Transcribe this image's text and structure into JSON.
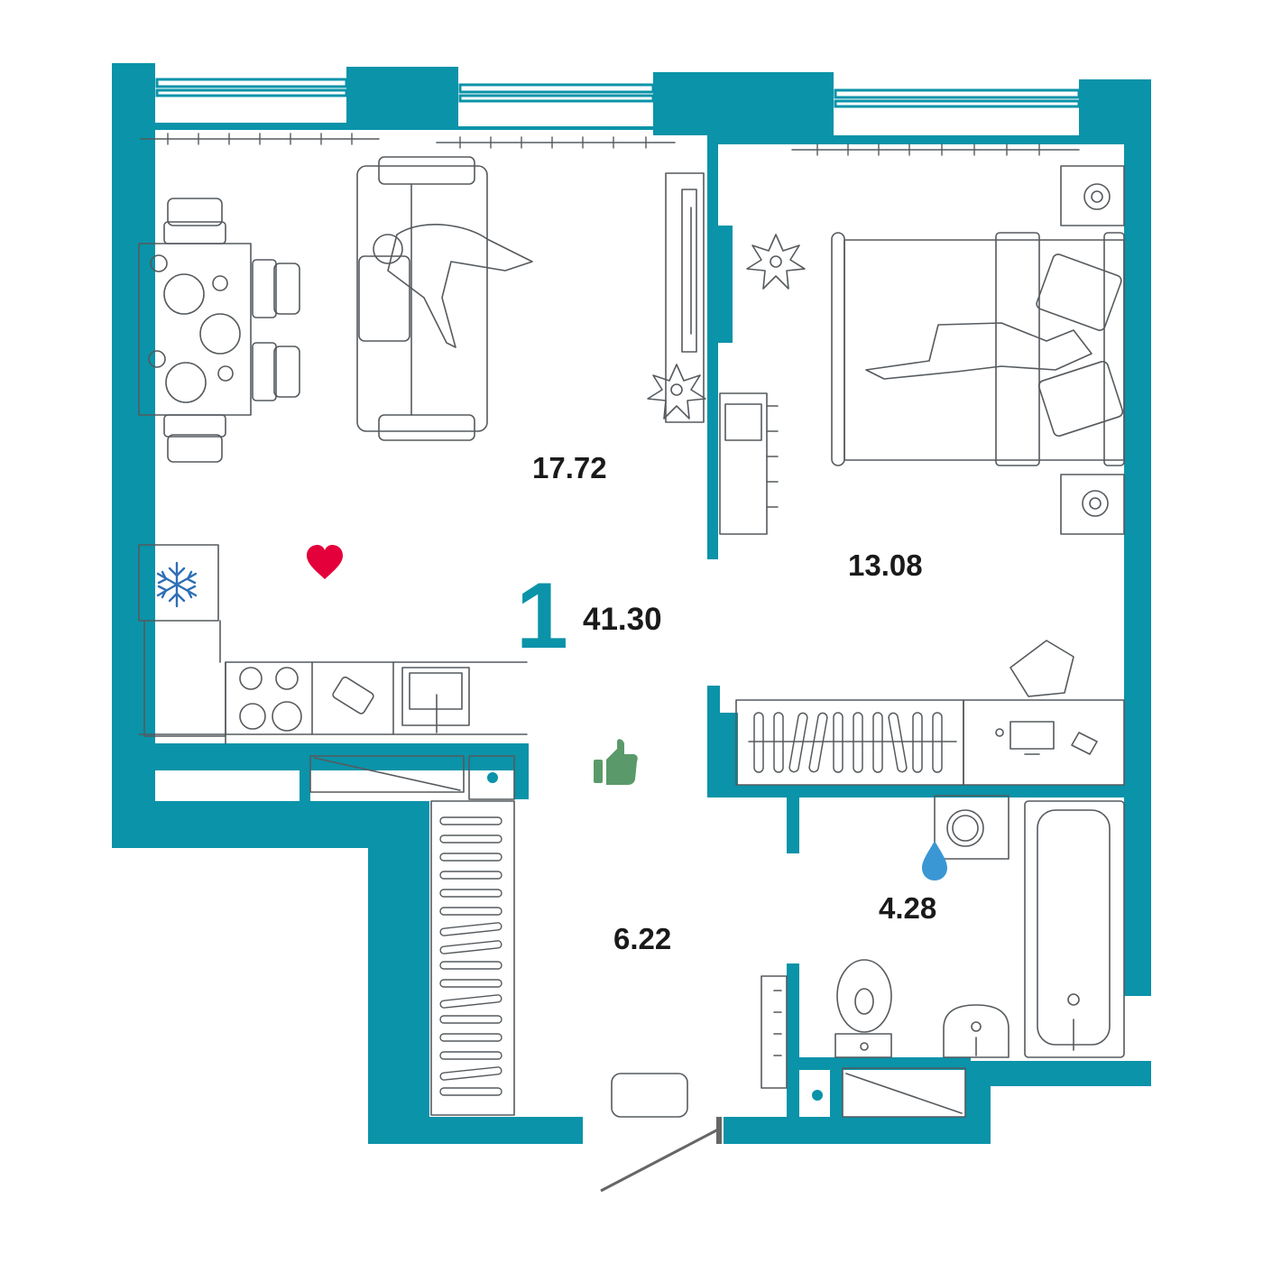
{
  "plan": {
    "rooms_count": "1",
    "total_area": "41.30",
    "areas": {
      "living_kitchen": "17.72",
      "bedroom": "13.08",
      "hallway": "6.22",
      "bathroom": "4.28"
    }
  },
  "colors": {
    "wall": "#0A93A9",
    "furniture_stroke": "#555a5e",
    "heart": "#E4003A",
    "thumb": "#5A9A6A",
    "drop": "#3A97D4",
    "snow": "#2E6FB5"
  },
  "icons": [
    "heart-icon",
    "snowflake-icon",
    "thumbs-up-icon",
    "water-drop-icon"
  ]
}
